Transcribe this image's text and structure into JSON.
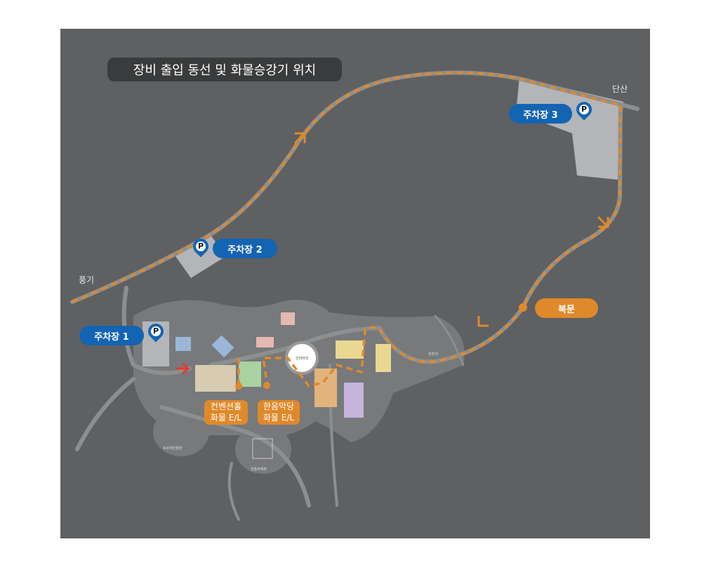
{
  "title": "장비 출입 동선 및 화물승강기 위치",
  "places": {
    "dansan": "단산",
    "punggi": "풍기",
    "north_gate": "북문"
  },
  "parking": {
    "p1": "주차장 1",
    "p2": "주차장 2",
    "p3": "주차장 3",
    "pin_letter": "P"
  },
  "elevators": [
    {
      "line1": "컨벤션홀",
      "line2": "화물 E/L"
    },
    {
      "line1": "한음악당",
      "line2": "화물 E/L"
    }
  ],
  "small_labels": {
    "center": "선비마당",
    "martial": "전통무예장",
    "garden": "호로헤인들원",
    "tower": "관망대"
  },
  "colors": {
    "route": "#e0892a",
    "parking": "#1464b4",
    "road": "#8d8e8f",
    "arrow_red": "#e53935"
  }
}
